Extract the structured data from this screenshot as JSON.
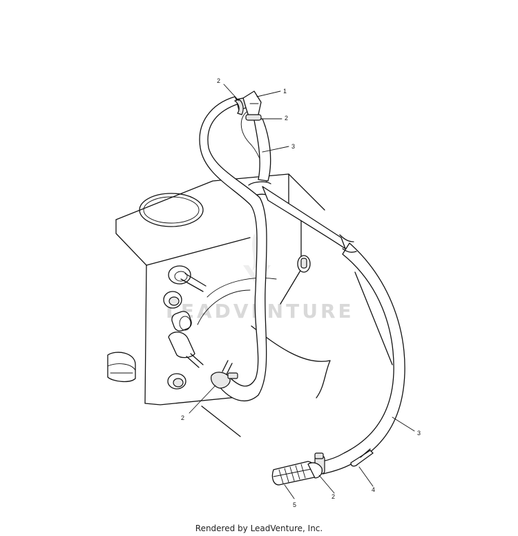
{
  "watermark": {
    "text": "LEADVENTURE"
  },
  "callouts": [
    {
      "id": "c1",
      "label": "1"
    },
    {
      "id": "c2a",
      "label": "2"
    },
    {
      "id": "c2b",
      "label": "2"
    },
    {
      "id": "c3a",
      "label": "3"
    },
    {
      "id": "c2c",
      "label": "2"
    },
    {
      "id": "c3b",
      "label": "3"
    },
    {
      "id": "c4",
      "label": "4"
    },
    {
      "id": "c2d",
      "label": "2"
    },
    {
      "id": "c5",
      "label": "5"
    }
  ],
  "footer": {
    "text": "Rendered by LeadVenture, Inc."
  }
}
